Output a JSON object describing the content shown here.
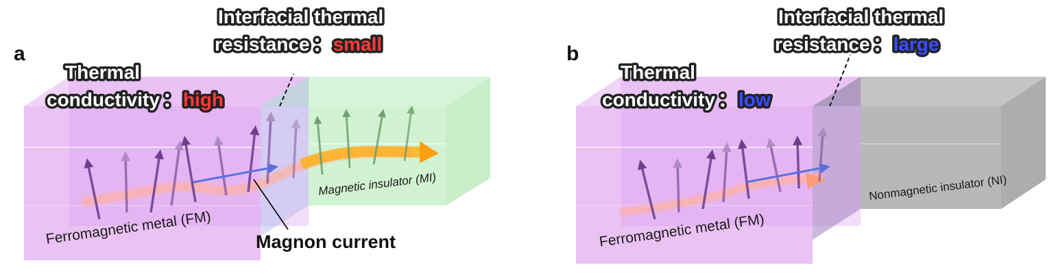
{
  "colors": {
    "fm_fill": "#e6b3f2",
    "mi_fill": "#c8f0c8",
    "ni_fill": "#a9a9a9",
    "highlight_red": "#ff3a3a",
    "highlight_blue": "#3a4dff",
    "spin_arrow": "#7a4c98",
    "magnon_flow": "#ffb020",
    "vector_arrow": "#5a6fe0"
  },
  "panel_a": {
    "letter": "a",
    "conductivity_line1": "Thermal",
    "conductivity_line2": "conductivity",
    "conductivity_sep": "：",
    "conductivity_value": "high",
    "resistance_line1": "Interfacial thermal",
    "resistance_line2": "resistance",
    "resistance_sep": "：",
    "resistance_value": "small",
    "fm_label": "Ferromagnetic metal (FM)",
    "second_label": "Magnetic insulator (MI)",
    "magnon_label": "Magnon current"
  },
  "panel_b": {
    "letter": "b",
    "conductivity_line1": "Thermal",
    "conductivity_line2": "conductivity",
    "conductivity_sep": "：",
    "conductivity_value": "low",
    "resistance_line1": "Interfacial thermal",
    "resistance_line2": "resistance",
    "resistance_sep": "：",
    "resistance_value": "large",
    "fm_label": "Ferromagnetic metal (FM)",
    "second_label": "Nonmagnetic insulator (NI)"
  }
}
